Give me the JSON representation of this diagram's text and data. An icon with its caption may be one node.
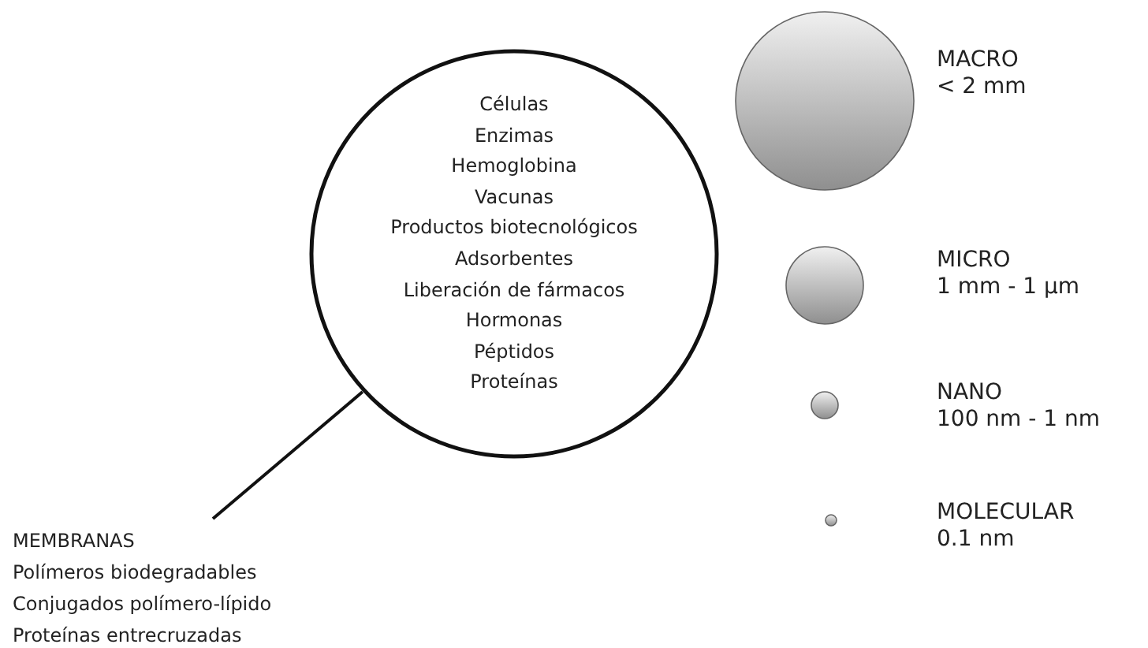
{
  "diagram": {
    "nodes": [
      {
        "text": [
          "Células",
          "Enzimas",
          "Hemoglobina",
          "Vacunas",
          "Productos biotecnológicos",
          "Adsorbentes",
          "Liberación de fármacos",
          "Hormonas",
          "Péptidos",
          "Proteínas"
        ]
      },
      {
        "text": [
          "MEMBRANAS",
          "Polímeros biodegradables",
          "Conjugados polímero-lípido",
          "Proteínas entrecruzadas"
        ]
      },
      {
        "text": [],
        "shape": "circle",
        "beside": [
          "MACRO",
          "< 2 mm"
        ]
      },
      {
        "text": [],
        "shape": "circle",
        "beside": [
          "MICRO",
          "1 mm - 1 μm"
        ]
      },
      {
        "text": [],
        "shape": "circle",
        "beside": [
          "NANO",
          "100 nm - 1 nm"
        ]
      },
      {
        "text": [],
        "shape": "circle",
        "beside": [
          "MOLECULAR",
          "0.1 nm"
        ]
      }
    ],
    "edges": [
      {
        "from": 1,
        "to": 0,
        "arrow": "none"
      }
    ]
  }
}
